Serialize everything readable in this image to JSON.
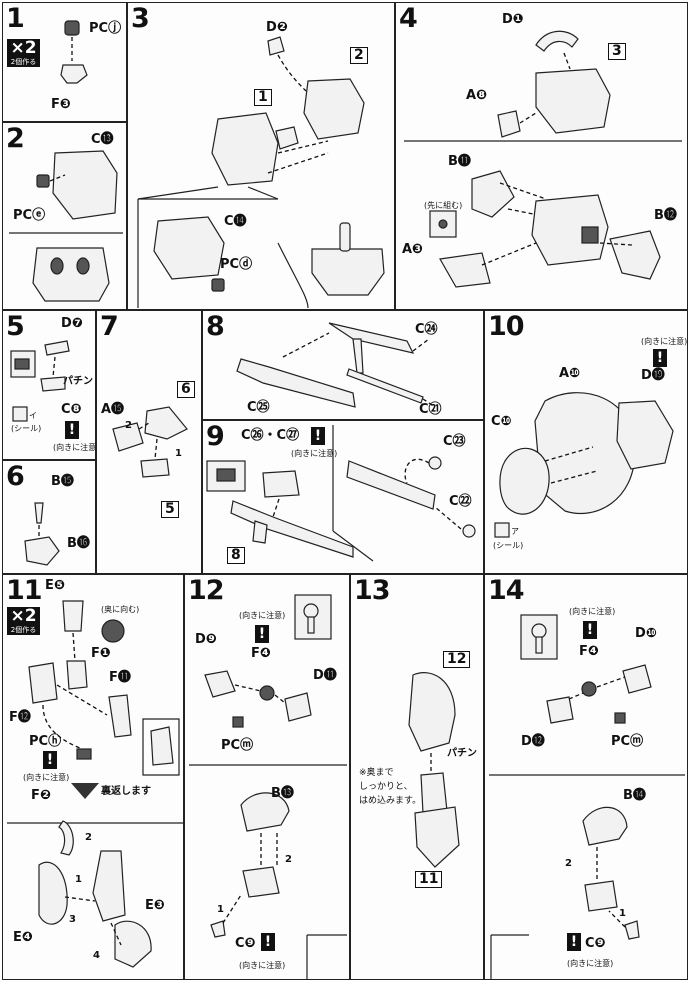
{
  "steps": [
    {
      "num": "1",
      "parts": [
        "PCⓙ",
        "F❸"
      ],
      "multiplier": "×2",
      "multiplier_note": "2個作る"
    },
    {
      "num": "2",
      "parts": [
        "C⓭",
        "PCⓔ"
      ]
    },
    {
      "num": "3",
      "parts": [
        "D❷",
        "2",
        "1",
        "C⓮",
        "PCⓓ"
      ]
    },
    {
      "num": "4",
      "parts": [
        "D❶",
        "3",
        "A❽",
        "B⓫",
        "B⓬",
        "A❸"
      ],
      "note": "(先に組む)"
    },
    {
      "num": "5",
      "parts": [
        "D❼",
        "C❽"
      ],
      "sound": "パチン",
      "seal": "イ",
      "seal_note": "(シール)",
      "caution": "(向きに注意)"
    },
    {
      "num": "6",
      "parts": [
        "B⓯",
        "B⓰"
      ]
    },
    {
      "num": "7",
      "parts": [
        "A⓯",
        "6",
        "5"
      ],
      "callouts": [
        "2",
        "1"
      ]
    },
    {
      "num": "8",
      "parts": [
        "C㉔",
        "C㉕",
        "C㉑"
      ]
    },
    {
      "num": "9",
      "parts": [
        "C㉖・C㉗",
        "C㉓",
        "C㉒",
        "8"
      ],
      "caution": "(向きに注意)"
    },
    {
      "num": "10",
      "parts": [
        "A❿",
        "D⓳",
        "C❿"
      ],
      "caution": "(向きに注意)",
      "seal": "ア",
      "seal_note": "(シール)"
    },
    {
      "num": "11",
      "parts": [
        "E❺",
        "F❶",
        "F⓫",
        "F⓬",
        "PCⓗ",
        "F❷",
        "E❸",
        "E❹"
      ],
      "multiplier": "×2",
      "multiplier_note": "2個作る",
      "note_top": "(奥に向む)",
      "caution": "(向きに注意)",
      "reverse": "裏返します",
      "callouts": [
        "2",
        "1",
        "3",
        "4"
      ]
    },
    {
      "num": "12",
      "parts": [
        "D❾",
        "F❹",
        "D⓫",
        "PCⓜ",
        "B⓭",
        "C❾"
      ],
      "caution": "(向きに注意)",
      "callouts": [
        "2",
        "1"
      ]
    },
    {
      "num": "13",
      "parts": [
        "12",
        "11"
      ],
      "sound": "パチン",
      "instruction_1": "※奥まで",
      "instruction_2": "しっかりと、",
      "instruction_3": "はめ込みます。"
    },
    {
      "num": "14",
      "parts": [
        "D❿",
        "F❹",
        "D⓬",
        "PCⓜ",
        "B⓮",
        "C❾"
      ],
      "caution": "(向きに注意)",
      "callouts": [
        "2",
        "1"
      ]
    }
  ],
  "warn_symbol": "!"
}
